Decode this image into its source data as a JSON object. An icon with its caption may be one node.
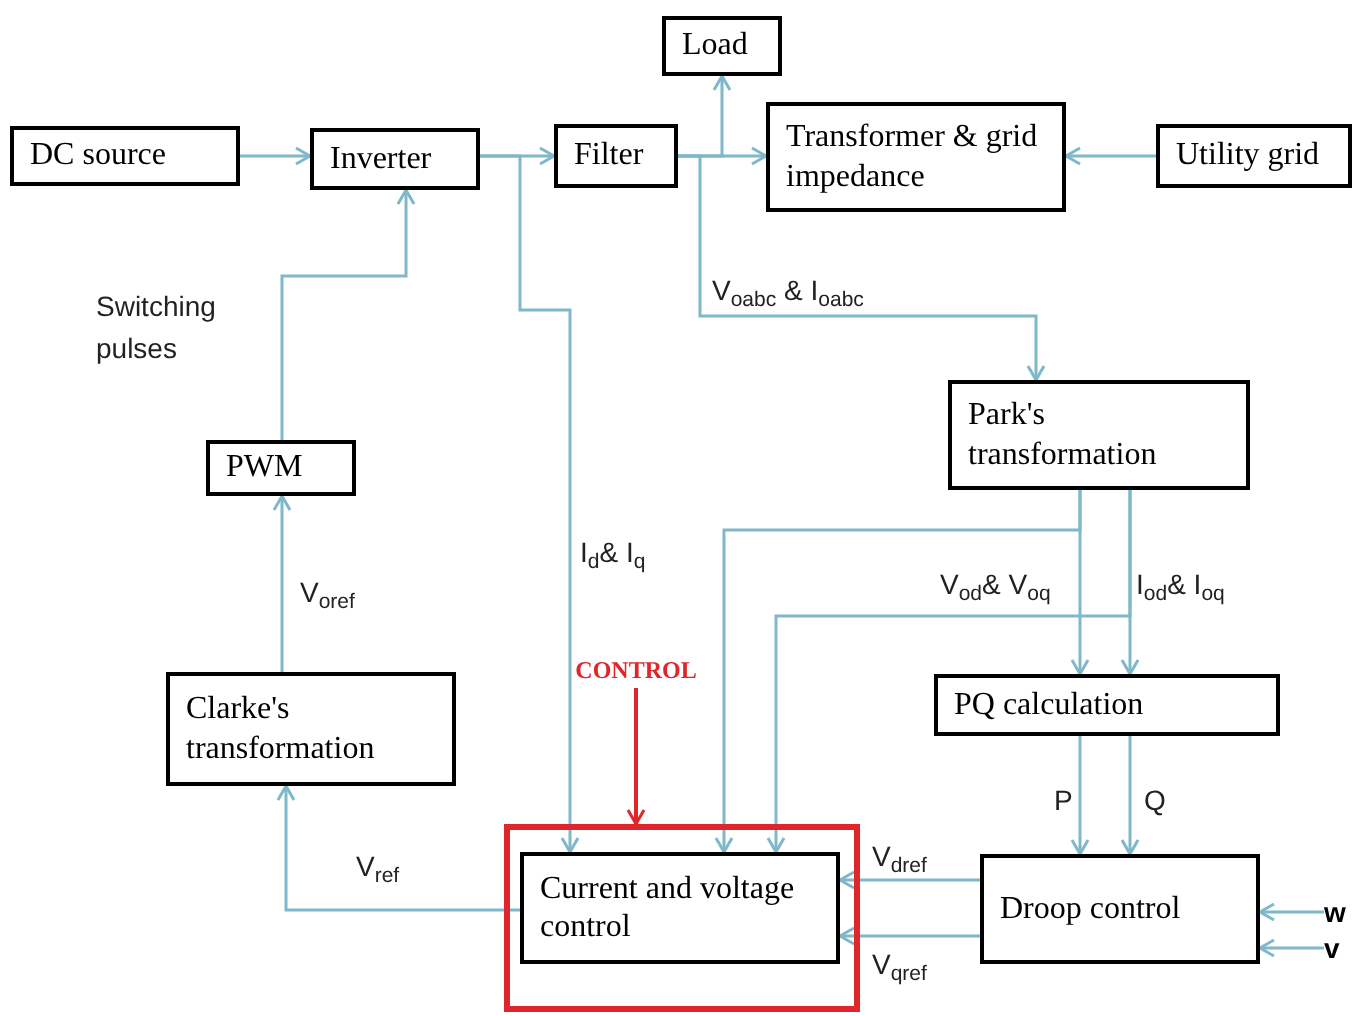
{
  "diagram": {
    "nodes": [
      {
        "text": [
          "DC source"
        ]
      },
      {
        "text": [
          "Inverter"
        ]
      },
      {
        "text": [
          "Filter"
        ]
      },
      {
        "text": [
          "Load"
        ]
      },
      {
        "text": [
          "Transformer & grid impedance"
        ]
      },
      {
        "text": [
          "Utility grid"
        ]
      },
      {
        "text": [
          "PWM"
        ]
      },
      {
        "text": [
          "Clarke's transformation"
        ]
      },
      {
        "text": [
          "Park's transformation"
        ]
      },
      {
        "text": [
          "PQ calculation"
        ]
      },
      {
        "text": [],
        "shape": "box"
      },
      {
        "text": [
          "Current and voltage control"
        ],
        "in": 10
      },
      {
        "text": [
          "CONTROL"
        ]
      },
      {
        "text": [
          "Droop control"
        ]
      },
      {
        "text": [
          "w"
        ]
      },
      {
        "text": [
          "v"
        ]
      }
    ],
    "edges": [
      {
        "from": 0,
        "to": 1,
        "arrow": "to"
      },
      {
        "from": 1,
        "to": 2,
        "arrow": "to"
      },
      {
        "from": 2,
        "to": 4,
        "arrow": "to"
      },
      {
        "from": 2,
        "to": 3,
        "arrow": "to"
      },
      {
        "from": 5,
        "to": 4,
        "arrow": "to"
      },
      {
        "from": 6,
        "to": 1,
        "arrow": "to",
        "label": "Switching pulses"
      },
      {
        "from": 7,
        "to": 6,
        "arrow": "to",
        "label": "V$_{oref}$"
      },
      {
        "from": 11,
        "to": 7,
        "arrow": "to",
        "label": "V$_{ref}$"
      },
      {
        "from": 1,
        "to": 11,
        "arrow": "to",
        "label": "I$_{d}$& I$_{q}$"
      },
      {
        "from": 2,
        "to": 8,
        "arrow": "to",
        "label": "V$_{oabc}$ & I$_{oabc}$"
      },
      {
        "from": 8,
        "to": 11,
        "arrow": "to"
      },
      {
        "from": 8,
        "to": 9,
        "arrow": "to",
        "label": "V$_{od}$& V$_{oq}$"
      },
      {
        "from": 8,
        "to": 11,
        "arrow": "to"
      },
      {
        "from": 8,
        "to": 9,
        "arrow": "to",
        "label": "I$_{od}$& I$_{oq}$"
      },
      {
        "from": 9,
        "to": 13,
        "arrow": "to",
        "label": "P"
      },
      {
        "from": 9,
        "to": 13,
        "arrow": "to",
        "label": "Q"
      },
      {
        "from": 13,
        "to": 11,
        "arrow": "to",
        "label": "V$_{dref}$"
      },
      {
        "from": 13,
        "to": 11,
        "arrow": "to",
        "label": "V$_{qref}$"
      },
      {
        "from": 14,
        "to": 13,
        "arrow": "to"
      },
      {
        "from": 15,
        "to": 13,
        "arrow": "to"
      },
      {
        "from": 12,
        "to": 10,
        "arrow": "to",
        "color": "#e0262a"
      }
    ]
  }
}
